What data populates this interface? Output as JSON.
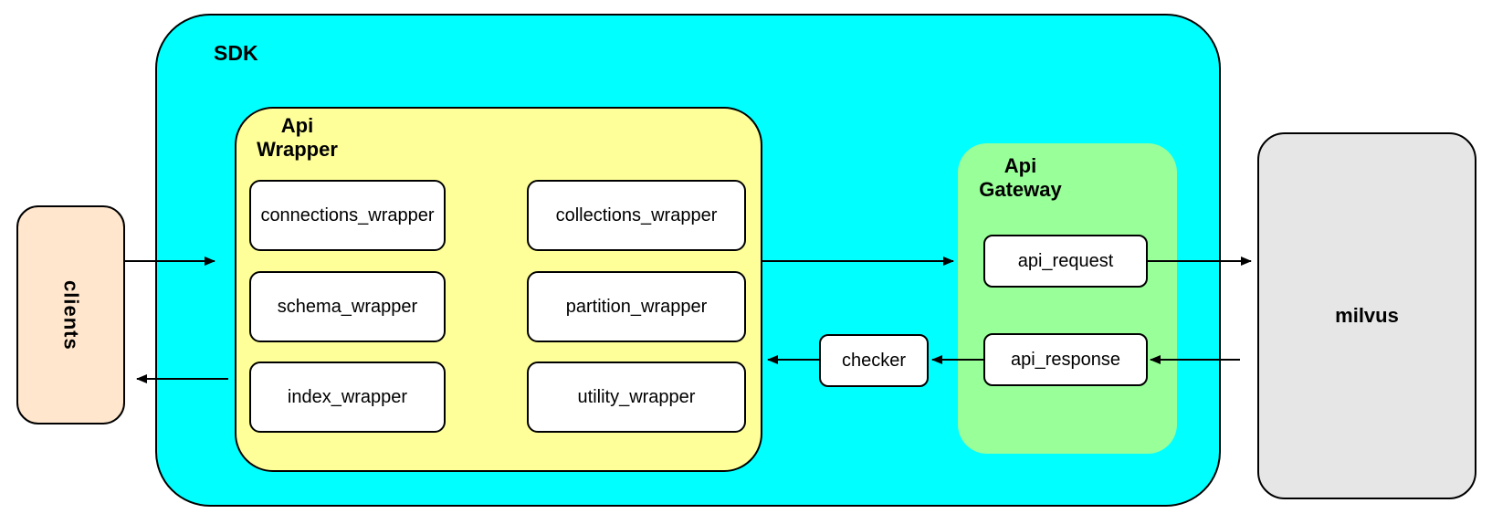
{
  "diagram": {
    "nodes": {
      "clients": {
        "label": "clients"
      },
      "sdk": {
        "label": "SDK"
      },
      "api_wrapper": {
        "label": "Api\nWrapper",
        "children": [
          "connections_wrapper",
          "collections_wrapper",
          "schema_wrapper",
          "partition_wrapper",
          "index_wrapper",
          "utility_wrapper"
        ]
      },
      "checker": {
        "label": "checker"
      },
      "api_gateway": {
        "label": "Api\nGateway",
        "children": [
          "api_request",
          "api_response"
        ]
      },
      "milvus": {
        "label": "milvus"
      }
    },
    "edges": [
      {
        "from": "clients",
        "to": "api_wrapper",
        "direction": "right"
      },
      {
        "from": "api_wrapper",
        "to": "api_gateway",
        "direction": "right"
      },
      {
        "from": "api_request",
        "to": "milvus",
        "direction": "right"
      },
      {
        "from": "milvus",
        "to": "api_response",
        "direction": "left"
      },
      {
        "from": "api_response",
        "to": "checker",
        "direction": "left"
      },
      {
        "from": "checker",
        "to": "api_wrapper",
        "direction": "left"
      },
      {
        "from": "api_wrapper",
        "to": "clients",
        "direction": "left"
      }
    ],
    "colors": {
      "sdk_fill": "#00FFFF",
      "api_wrapper_fill": "#FFFF99",
      "api_gateway_fill": "#99FF99",
      "clients_fill": "#FFE6CC",
      "milvus_fill": "#E6E6E6",
      "node_fill": "#FFFFFF",
      "border": "#000000"
    }
  }
}
